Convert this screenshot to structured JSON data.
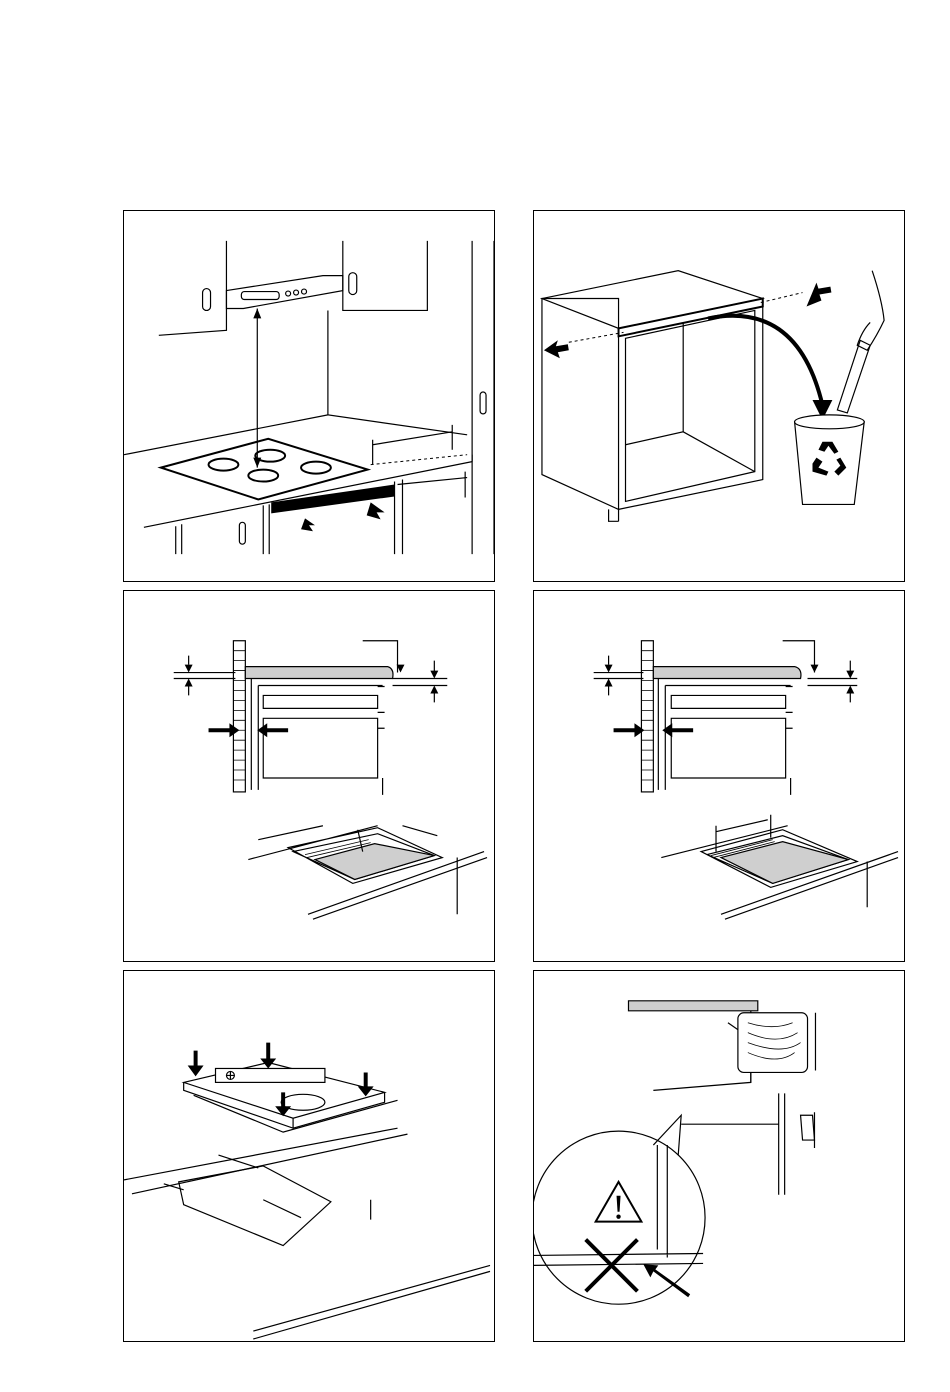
{
  "figures": [
    {
      "id": "panel-1",
      "subject": "hob-below-cooker-hood"
    },
    {
      "id": "panel-2",
      "subject": "cabinet-crossbar-removal-recycle"
    },
    {
      "id": "panel-3",
      "subject": "wall-clearance-cutout-a"
    },
    {
      "id": "panel-4",
      "subject": "wall-clearance-cutout-b"
    },
    {
      "id": "panel-5",
      "subject": "hob-placement-on-cutout"
    },
    {
      "id": "panel-6",
      "subject": "worktop-edge-warning"
    }
  ],
  "icons": {
    "recycle": "recycle-icon",
    "warning": "warning-triangle-icon",
    "forbidden": "cross-icon"
  },
  "colors": {
    "line": "#000000",
    "fill": "#cfcfcf",
    "background": "#ffffff"
  }
}
